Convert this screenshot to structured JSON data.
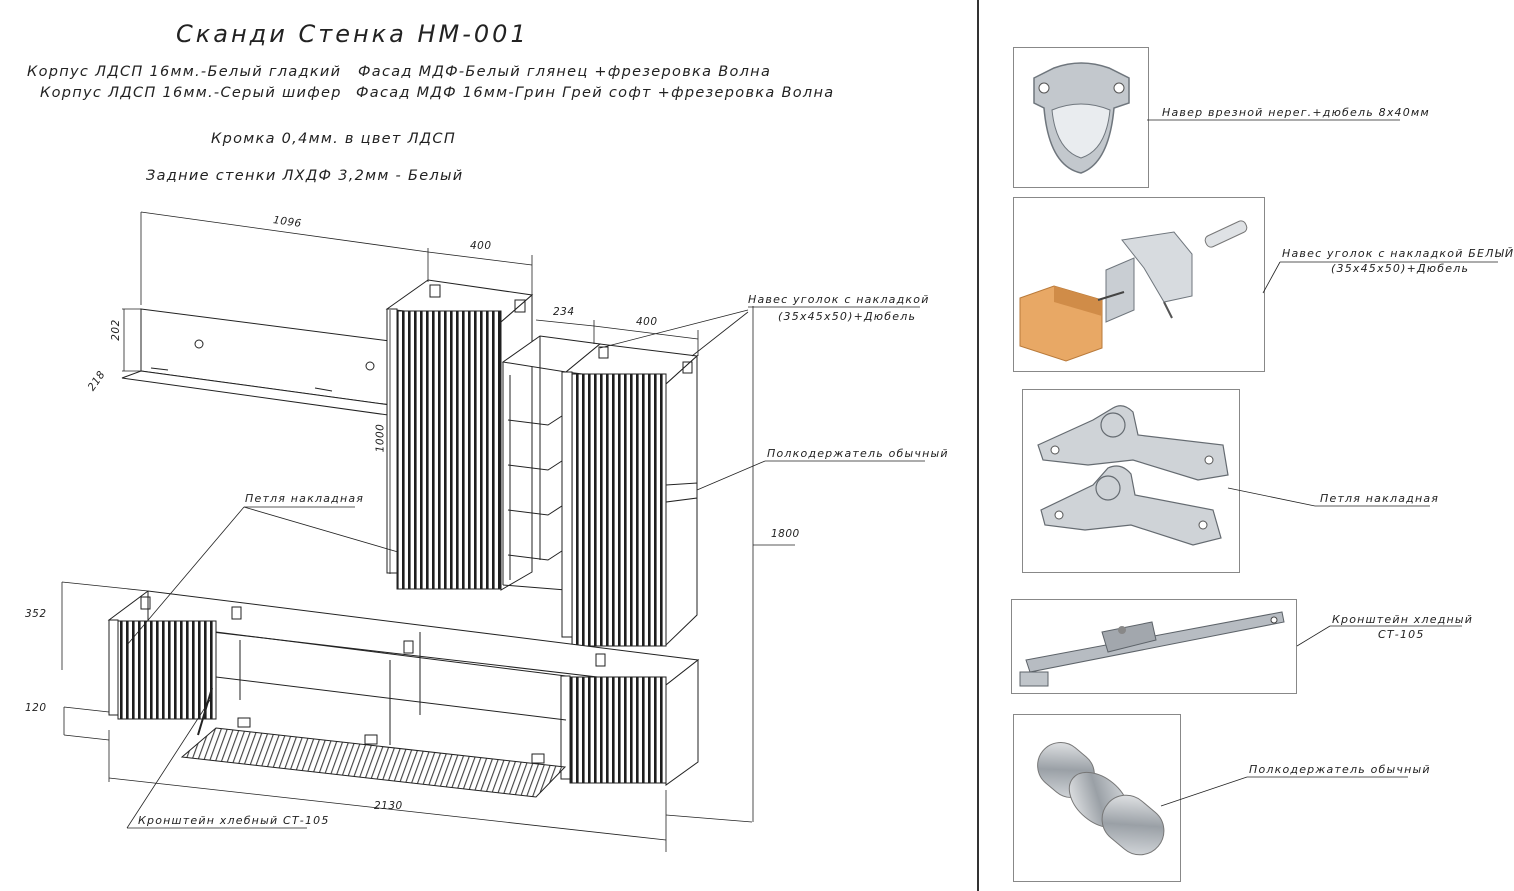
{
  "header": {
    "title": "Сканди Стенка НМ-001",
    "spec_lines": [
      "Корпус ЛДСП 16мм.-Белый гладкий",
      "Корпус ЛДСП 16мм.-Серый шифер",
      "Фасад МДФ-Белый глянец +фрезеровка Волна",
      "Фасад МДФ 16мм-Грин Грей софт  +фрезеровка Волна",
      "Кромка 0,4мм. в цвет ЛДСП",
      "Задние стенки ЛХДФ 3,2мм - Белый"
    ]
  },
  "dimensions": {
    "shelf_length": "1096",
    "tall_width": "400",
    "shelf_height": "202",
    "shelf_depth": "218",
    "tall_height": "1000",
    "open_width": "234",
    "mid_width": "400",
    "total_height": "1800",
    "base_height": "352",
    "base_depth": "120",
    "base_length": "2130"
  },
  "drawing_labels": {
    "hinge_corner": "Навес уголок с накладкой",
    "hinge_corner_sub": "(35х45х50)+Дюбель",
    "shelf_support": "Полкодержатель обычный",
    "overlay_hinge": "Петля накладная",
    "bracket": "Кронштейн хлебный СТ-105"
  },
  "parts": [
    {
      "label": "Навер врезной нерег.+дюбель 8х40мм",
      "icon": "cup-hanger-icon"
    },
    {
      "label": "Навес уголок с накладкой БЕЛЫЙ",
      "sub": "(35х45х50)+Дюбель",
      "icon": "corner-hanger-icon"
    },
    {
      "label": "Петля накладная",
      "icon": "hinge-icon"
    },
    {
      "label": "Кронштейн хледный",
      "sub": "СТ-105",
      "icon": "stay-bracket-icon"
    },
    {
      "label": "Полкодержатель обычный",
      "icon": "shelf-pin-icon"
    }
  ],
  "colors": {
    "line": "#222222",
    "metal": "#b7bcc2",
    "wood": "#e8a865"
  }
}
